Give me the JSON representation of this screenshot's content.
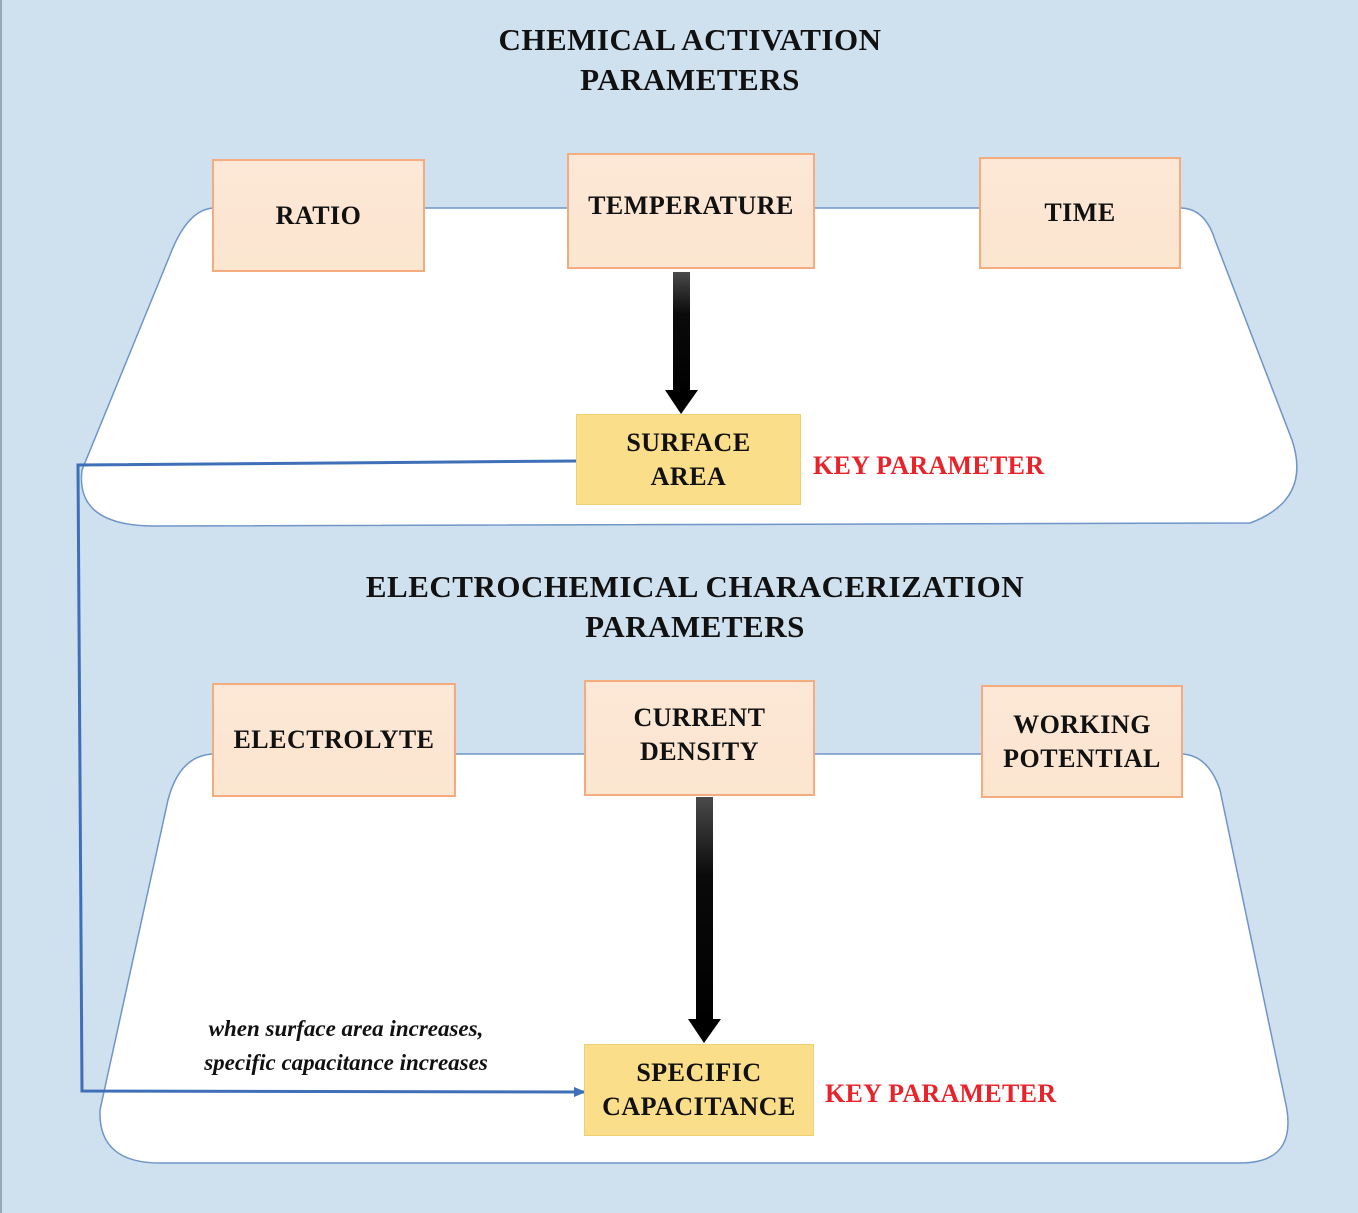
{
  "section1": {
    "heading_line1": "CHEMICAL ACTIVATION",
    "heading_line2": "PARAMETERS",
    "params": [
      "RATIO",
      "TEMPERATURE",
      "TIME"
    ],
    "key_box_line1": "SURFACE",
    "key_box_line2": "AREA",
    "key_label": "KEY PARAMETER"
  },
  "section2": {
    "heading_line1": "ELECTROCHEMICAL CHARACERIZATION",
    "heading_line2": "PARAMETERS",
    "param_electrolyte": "ELECTROLYTE",
    "param_current_line1": "CURRENT",
    "param_current_line2": "DENSITY",
    "param_potential_line1": "WORKING",
    "param_potential_line2": "POTENTIAL",
    "key_box_line1": "SPECIFIC",
    "key_box_line2": "CAPACITANCE",
    "key_label": "KEY PARAMETER"
  },
  "link_note": {
    "line1": "when surface area increases,",
    "line2": "specific capacitance increases"
  },
  "colors": {
    "background": "#cfe0ee",
    "platform_fill": "#ffffff",
    "platform_stroke": "#6f95c9",
    "param_fill": "#fde7d6",
    "param_border": "#f4ab7e",
    "key_fill": "#fbde8a",
    "key_label": "#e8232a",
    "connector": "#3f6fb8",
    "arrow": "#000000"
  }
}
